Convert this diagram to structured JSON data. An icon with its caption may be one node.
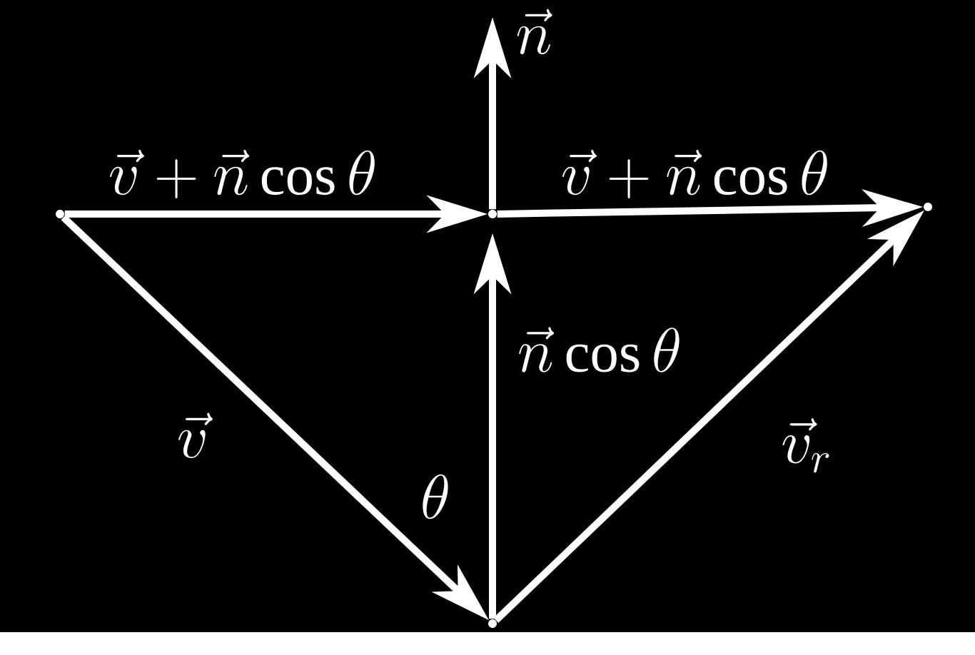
{
  "diagram": {
    "nodes": [
      {
        "text": [],
        "shape": "point"
      },
      {
        "text": [],
        "shape": "point"
      },
      {
        "text": [],
        "shape": "point"
      },
      {
        "text": [],
        "shape": "point"
      }
    ],
    "edges": [
      {
        "from": 0,
        "to": 1,
        "arrow": "to",
        "label": "\\vec{v}"
      },
      {
        "from": 1,
        "to": 2,
        "arrow": "to",
        "label": "\\vec{v}_r"
      },
      {
        "from": 1,
        "to": 3,
        "arrow": "to",
        "label": "\\vec{n}\\cos\\theta"
      },
      {
        "from": 3,
        "to": null,
        "arrow": "to",
        "label": "\\vec{n}"
      },
      {
        "from": 0,
        "to": 3,
        "arrow": "to",
        "label": "\\vec{v}+\\vec{n}\\cos\\theta"
      },
      {
        "from": 3,
        "to": 2,
        "arrow": "to",
        "label": "\\vec{v}+\\vec{n}\\cos\\theta"
      }
    ],
    "labels": [
      "\\theta"
    ]
  }
}
